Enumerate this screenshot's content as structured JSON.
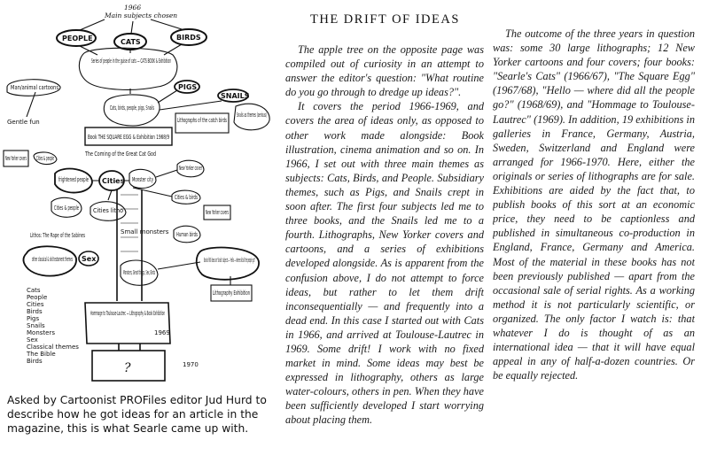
{
  "diagram": {
    "year_label": "1966",
    "top_label": "Main subjects chosen",
    "nodes": {
      "people": "PEOPLE",
      "cats": "CATS",
      "birds": "BIRDS",
      "cats_book": "Series of people in the guise of cats — CATS BOOK & Exhibition",
      "man_animal": "Man/animal cartoons",
      "pigs": "PIGS",
      "snails": "SNAILS",
      "cats_birds": "Cats, birds, people, pigs, Snails",
      "lithographs": "Lithographs of the catch birds",
      "square_egg": "Book THE SQUARE EGG & Exhibition 1968/9",
      "snails_theme": "Snails as themes (serious)",
      "gentle_fun": "Gentle fun",
      "new_yorker_covers": "New Yorker covers",
      "cities_people": "Cities & people",
      "coming_cat_god": "The Coming of the Great Cat God",
      "frightened_people": "frightened people",
      "cities": "Cities",
      "monster_city": "Monster city",
      "new_yorker_cover2": "New Yorker cover",
      "cities_people2": "Cities & people",
      "cities_birds": "Cities & birds",
      "new_yorker_covers2": "New Yorker covers",
      "cities_litho": "Cities litho",
      "lithos_sabines": "Lithos: The Rape of the Sabines",
      "small_monsters": "Small monsters",
      "human_birds": "Human birds",
      "other_classical": "other classical & old testament themes",
      "sex": "Sex",
      "monsters": "Monsters, Great things, Sex, Birds",
      "book_80": "Book of 80 ideas on 'Snails' subjects — 'Hello — where did all the people go?'",
      "litho_exhibition": "Lithography Exhibition",
      "homage": "Hommage to Toulouse-Lautrec — Lithography & Book Exhibition",
      "year_1969": "1969",
      "question": "?",
      "year_1970": "1970",
      "list": [
        "Cats",
        "People",
        "Cities",
        "Birds",
        "Pigs",
        "Snails",
        "Monsters",
        "Sex",
        "Classical themes",
        "The Bible",
        "Birds"
      ]
    }
  },
  "caption": "Asked by Cartoonist PROFiles editor Jud Hurd to describe how he got ideas for an article in the magazine, this is what Searle came up with.",
  "article": {
    "title": "THE DRIFT OF IDEAS",
    "col1": [
      "The apple tree on the opposite page was compiled out of curiosity in an attempt to answer the editor's question: \"What routine do you go through to dredge up ideas?\".",
      "It covers the period 1966-1969, and covers the area of ideas only, as opposed to other work made alongside: Book illustration, cinema animation and so on. In 1966, I set out with three main themes as subjects: Cats, Birds, and People. Subsidiary themes, such as Pigs, and Snails crept in soon after. The first four subjects led me to three books, and the Snails led me to a fourth. Lithographs, New Yorker covers and cartoons, and a series of exhibitions developed alongside. As is apparent from the confusion above, I do not attempt to force ideas, but rather to let them drift inconsequentially — and frequently into a dead end. In this case I started out with Cats in 1966, and arrived at Toulouse-Lautrec in 1969. Some drift! I work with no fixed market in mind. Some ideas may best be expressed in lithography, others as large water-colours, others in pen. When they have been sufficiently developed I start worrying about placing them."
    ],
    "col2": [
      "The outcome of the three years in question was: some 30 large lithographs; 12 New Yorker cartoons and four covers; four books: \"Searle's Cats\" (1966/67), \"The Square Egg\" (1967/68), \"Hello — where did all the people go?\" (1968/69), and \"Hommage to Toulouse-Lautrec\" (1969). In addition, 19 exhibitions in galleries in France, Germany, Austria, Sweden, Switzerland and England were arranged for 1966-1970. Here, either the originals or series of lithographs are for sale. Exhibitions are aided by the fact that, to publish books of this sort at an economic price, they need to be captionless and published in simultaneous co-production in England, France, Germany and America. Most of the material in these books has not been previously published — apart from the occasional sale of serial rights. As a working method it is not particularly scientific, or organized. The only factor I watch is: that whatever I do is thought of as an international idea — that it will have equal appeal in any of half-a-dozen countries. Or be equally rejected."
    ]
  }
}
